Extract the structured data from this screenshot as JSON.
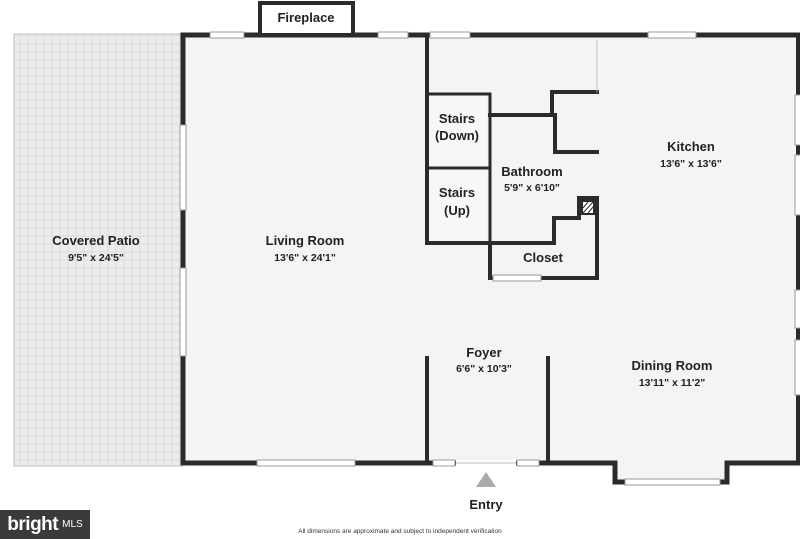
{
  "rooms": {
    "covered_patio": {
      "name": "Covered Patio",
      "dims": "9'5\" x 24'5\""
    },
    "living_room": {
      "name": "Living Room",
      "dims": "13'6\" x 24'1\""
    },
    "kitchen": {
      "name": "Kitchen",
      "dims": "13'6\" x 13'6\""
    },
    "bathroom": {
      "name": "Bathroom",
      "dims": "5'9\" x 6'10\""
    },
    "closet": {
      "name": "Closet"
    },
    "stairs_down": {
      "line1": "Stairs",
      "line2": "(Down)"
    },
    "stairs_up": {
      "line1": "Stairs",
      "line2": "(Up)"
    },
    "foyer": {
      "name": "Foyer",
      "dims": "6'6\" x 10'3\""
    },
    "dining_room": {
      "name": "Dining Room",
      "dims": "13'11\" x 11'2\""
    },
    "fireplace": {
      "name": "Fireplace"
    }
  },
  "entry": {
    "label": "Entry"
  },
  "footer": {
    "brand_name": "bright",
    "brand_suffix": "MLS",
    "disclaimer": "All dimensions are approximate and subject to independent verification"
  },
  "colors": {
    "wall": "#2b2b2b",
    "floor": "#f4f4f4",
    "patio": "#e9e9e9",
    "entry_arrow": "#aaaaaa"
  }
}
